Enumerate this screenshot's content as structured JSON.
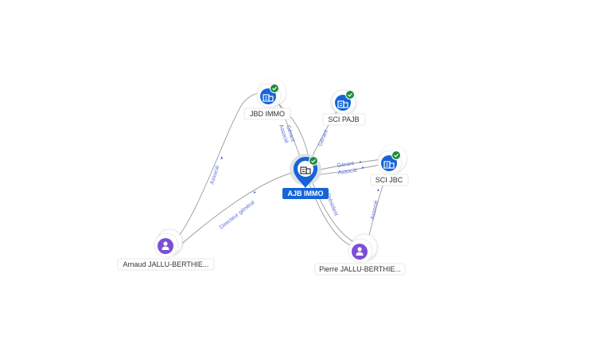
{
  "nodes": {
    "ajb_immo": {
      "label": "AJB IMMO",
      "type": "company",
      "verified": true
    },
    "jbd_immo": {
      "label": "JBD IMMO",
      "type": "company",
      "verified": true
    },
    "sci_pajb": {
      "label": "SCI PAJB",
      "type": "company",
      "verified": true
    },
    "sci_jbc": {
      "label": "SCI JBC",
      "type": "company",
      "verified": true
    },
    "arnaud": {
      "label": "Arnaud JALLU-BERTHIE...",
      "type": "person"
    },
    "pierre": {
      "label": "Pierre JALLU-BERTHIE...",
      "type": "person"
    }
  },
  "edges": {
    "ajb_jbd_gerant": "Gérant",
    "ajb_jbd_associe": "Associé",
    "ajb_pajb_gerant": "Gérant",
    "ajb_jbc_gerant": "Gérant",
    "ajb_jbc_associe": "Associé",
    "arnaud_jbd_associe": "Associé",
    "arnaud_ajb_dg": "Directeur général",
    "pierre_ajb_president": "Président",
    "pierre_jbc_associe": "Associé"
  },
  "colors": {
    "company": "#1565d8",
    "person": "#7b4fd6",
    "verified": "#1e8e3e",
    "edge_label": "#5b6fd6"
  },
  "icons": {
    "company": "building-icon",
    "person": "person-icon",
    "verified": "check-badge-icon"
  }
}
